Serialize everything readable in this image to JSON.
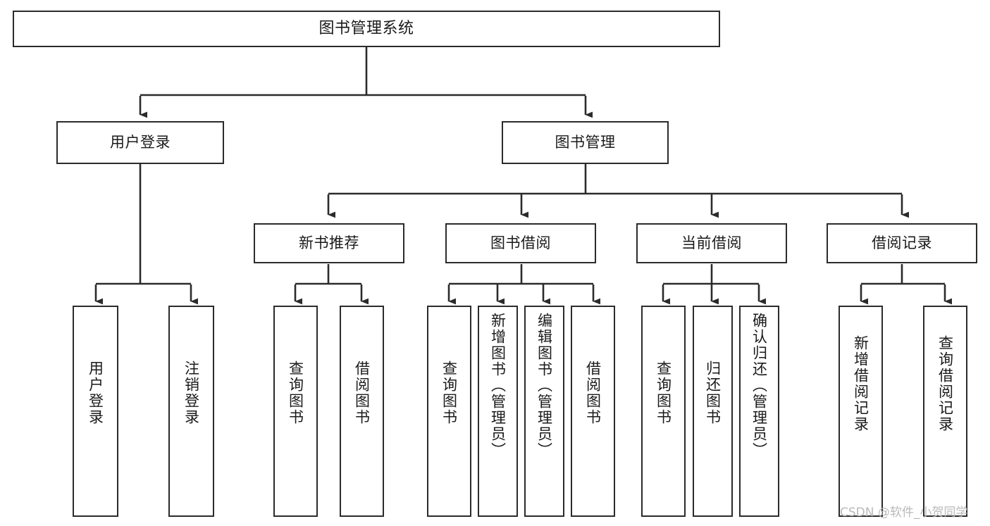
{
  "diagram": {
    "type": "tree-hierarchy",
    "title": "图书管理系统",
    "watermark": "CSDN @软件_小贺同学",
    "colors": {
      "box_border": "#2b2b2b",
      "box_fill": "#ffffff",
      "connector": "#2b2b2b",
      "text": "#1a1a1a",
      "watermark": "#b9b9b9"
    },
    "levels": {
      "level1": [
        {
          "id": "root",
          "label": "图书管理系统"
        }
      ],
      "level2": [
        {
          "id": "user-login",
          "label": "用户登录"
        },
        {
          "id": "book-management",
          "label": "图书管理"
        }
      ],
      "level3": [
        {
          "id": "new-book-recommend",
          "label": "新书推荐"
        },
        {
          "id": "book-borrow",
          "label": "图书借阅"
        },
        {
          "id": "current-borrow",
          "label": "当前借阅"
        },
        {
          "id": "borrow-record",
          "label": "借阅记录"
        }
      ],
      "level4": [
        {
          "id": "leaf-user-login",
          "label": "用户登录",
          "parent": "user-login"
        },
        {
          "id": "leaf-logout-login",
          "label": "注销登录",
          "parent": "user-login"
        },
        {
          "id": "leaf-query-book-1",
          "label": "查询图书",
          "parent": "new-book-recommend"
        },
        {
          "id": "leaf-borrow-book-1",
          "label": "借阅图书",
          "parent": "new-book-recommend"
        },
        {
          "id": "leaf-query-book-2",
          "label": "查询图书",
          "parent": "book-borrow"
        },
        {
          "id": "leaf-add-book",
          "label": "新增图书（管理员）",
          "parent": "book-borrow"
        },
        {
          "id": "leaf-edit-book",
          "label": "编辑图书（管理员）",
          "parent": "book-borrow"
        },
        {
          "id": "leaf-borrow-book-2",
          "label": "借阅图书",
          "parent": "book-borrow"
        },
        {
          "id": "leaf-query-book-3",
          "label": "查询图书",
          "parent": "current-borrow"
        },
        {
          "id": "leaf-return-book",
          "label": "归还图书",
          "parent": "current-borrow"
        },
        {
          "id": "leaf-confirm-return",
          "label": "确认归还（管理员）",
          "parent": "current-borrow"
        },
        {
          "id": "leaf-add-borrow-record",
          "label": "新增借阅记录",
          "parent": "borrow-record"
        },
        {
          "id": "leaf-query-borrow-record",
          "label": "查询借阅记录",
          "parent": "borrow-record"
        }
      ]
    }
  }
}
